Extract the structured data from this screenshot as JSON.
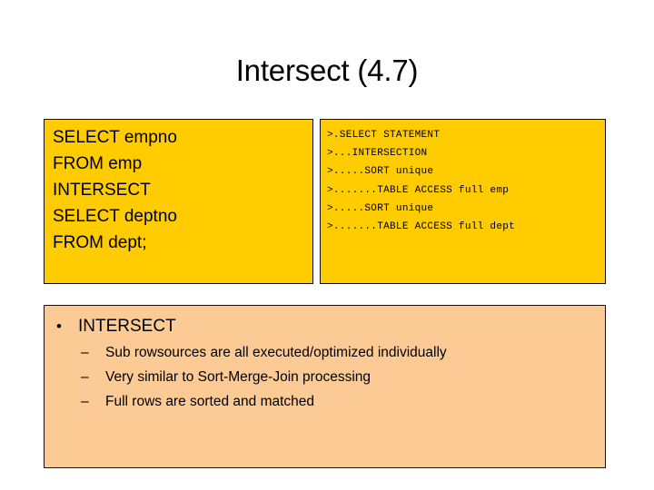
{
  "slide": {
    "title": "Intersect (4.7)",
    "background_color": "#ffffff"
  },
  "colors": {
    "code_box_fill": "#FFCC00",
    "notes_box_fill": "#FCCB95",
    "border": "#1a1008",
    "text": "#000000"
  },
  "sql_box": {
    "lines": [
      "SELECT empno",
      "FROM emp",
      "INTERSECT",
      "SELECT deptno",
      "FROM dept;"
    ]
  },
  "plan_box": {
    "lines": [
      ">.SELECT STATEMENT",
      ">...INTERSECTION",
      ">.....SORT unique",
      ">.......TABLE ACCESS full emp",
      ">.....SORT unique",
      ">.......TABLE ACCESS full dept"
    ]
  },
  "notes_box": {
    "bullet_marker": "•",
    "dash_marker": "–",
    "heading": "INTERSECT",
    "items": [
      "Sub rowsources are all executed/optimized individually",
      "Very similar to Sort-Merge-Join processing",
      "Full rows are sorted and matched"
    ]
  }
}
